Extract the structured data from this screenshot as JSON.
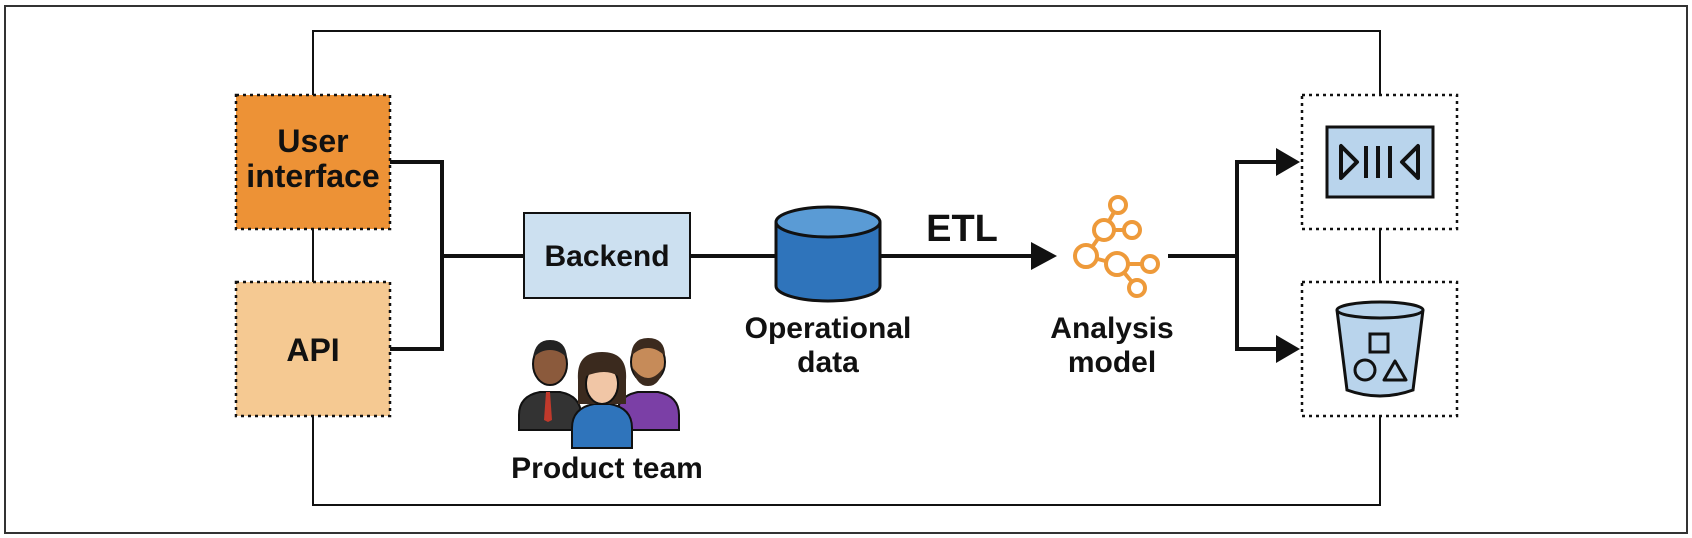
{
  "diagram": {
    "nodes": {
      "user_interface": {
        "lines": [
          "User",
          "interface"
        ]
      },
      "api": {
        "label": "API"
      },
      "backend": {
        "label": "Backend"
      },
      "operational_data": {
        "lines": [
          "Operational",
          "data"
        ]
      },
      "etl": {
        "label": "ETL"
      },
      "analysis_model": {
        "lines": [
          "Analysis",
          "model"
        ]
      },
      "product_team": {
        "label": "Product team"
      }
    },
    "icons": {
      "data_viz": "data-visualization-icon",
      "bucket": "shapes-bucket-icon",
      "database": "database-cylinder-icon",
      "graph": "network-graph-icon",
      "team": "people-group-icon"
    },
    "colors": {
      "user_interface_fill": "#ED9236",
      "api_fill": "#F5C992",
      "backend_fill": "#CCE0F0",
      "database_fill": "#2F74BB",
      "database_top": "#5A9BD5",
      "analysis_orange": "#EE9A3A",
      "output_fill": "#B9D4EC",
      "line": "#111111"
    }
  }
}
